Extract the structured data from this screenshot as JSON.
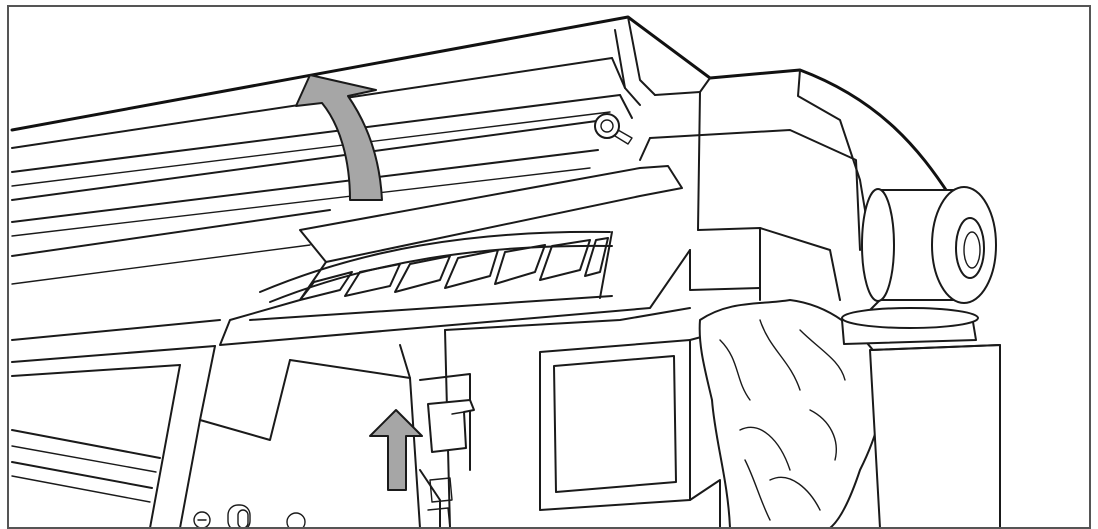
{
  "figure": {
    "kind": "line-art illustration",
    "subject": "printer-cover-opening",
    "text_labels": []
  },
  "colors": {
    "background": "#ffffff",
    "line": "#1a1a1a",
    "arrow_fill": "#a6a6a6",
    "border": "#555555"
  },
  "arrows": [
    {
      "name": "lift-cover-arrow",
      "direction": "up-curved"
    },
    {
      "name": "lift-lever-arrow",
      "direction": "up"
    }
  ]
}
